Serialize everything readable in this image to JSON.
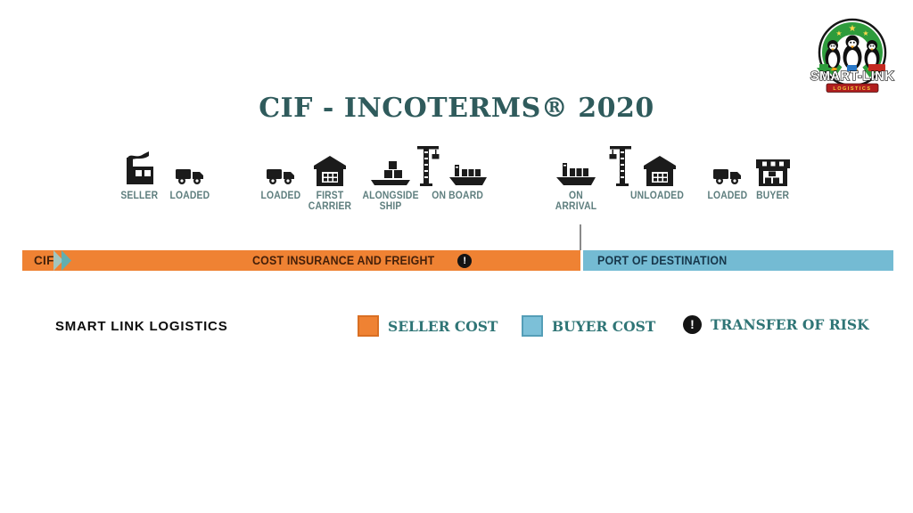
{
  "title": "CIF - INCOTERMS® 2020",
  "logo": {
    "brand": "SMART-LINK",
    "subtitle": "LOGISTICS",
    "stars": "★"
  },
  "stages": [
    {
      "label": "SELLER",
      "icon": "factory-icon"
    },
    {
      "label": "LOADED",
      "icon": "truck-icon"
    },
    {
      "label": "LOADED",
      "icon": "truck-icon"
    },
    {
      "label": "FIRST CARRIER",
      "icon": "warehouse-icon"
    },
    {
      "label": "ALONGSIDE SHIP",
      "icon": "barge-icon"
    },
    {
      "label": "ON BOARD",
      "icon": "crane-ship-icon"
    },
    {
      "label": "ON ARRIVAL",
      "icon": "ship-icon"
    },
    {
      "label": "UNLOADED",
      "icon": "crane-warehouse-icon"
    },
    {
      "label": "LOADED",
      "icon": "truck-icon"
    },
    {
      "label": "BUYER",
      "icon": "buyer-store-icon"
    }
  ],
  "bar": {
    "cif_label": "CIF",
    "seller_segment_label": "COST INSURANCE AND FREIGHT",
    "buyer_segment_label": "PORT OF DESTINATION",
    "seller_color": "#EF8233",
    "buyer_color": "#74BBD3",
    "risk_glyph": "!"
  },
  "legend": {
    "brand": "SMART LINK LOGISTICS",
    "seller": {
      "label": "SELLER COST",
      "color": "#EF8233"
    },
    "buyer": {
      "label": "BUYER COST",
      "color": "#7CC0D8"
    },
    "risk": {
      "label": "TRANSFER OF RISK",
      "glyph": "!"
    }
  }
}
